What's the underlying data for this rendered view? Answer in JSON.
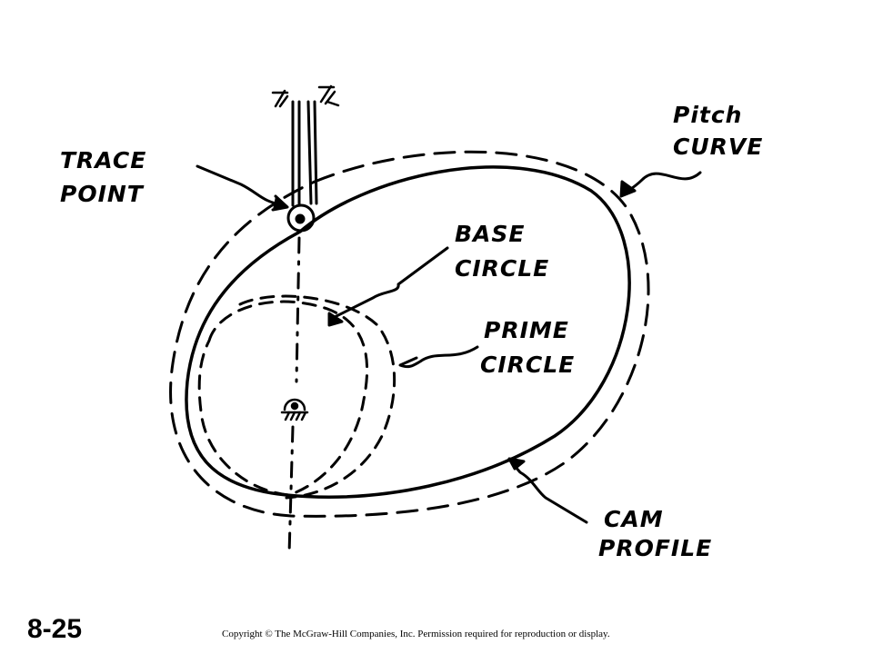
{
  "labels": {
    "trace_point": [
      "TRACE",
      "POINT"
    ],
    "pitch_curve": [
      "Pitch",
      "CURVE"
    ],
    "base_circle": [
      "BASE",
      "CIRCLE"
    ],
    "prime_circle": [
      "PRIME",
      "CIRCLE"
    ],
    "cam_profile": [
      "CAM",
      "PROFILE"
    ]
  },
  "footer": {
    "slide_number": "8-25",
    "copyright": "Copyright © The McGraw-Hill Companies, Inc. Permission required for reproduction or display."
  },
  "colors": {
    "ink": "#000000",
    "background": "#ffffff"
  }
}
